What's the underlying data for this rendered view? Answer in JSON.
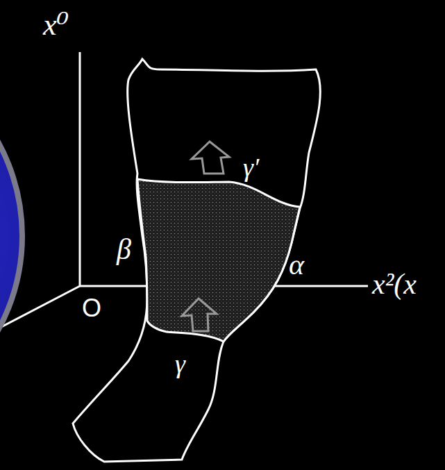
{
  "diagram": {
    "labels": [
      "x⁰",
      "β",
      "O",
      "α",
      "x²(x",
      "γ′",
      "γ"
    ]
  }
}
